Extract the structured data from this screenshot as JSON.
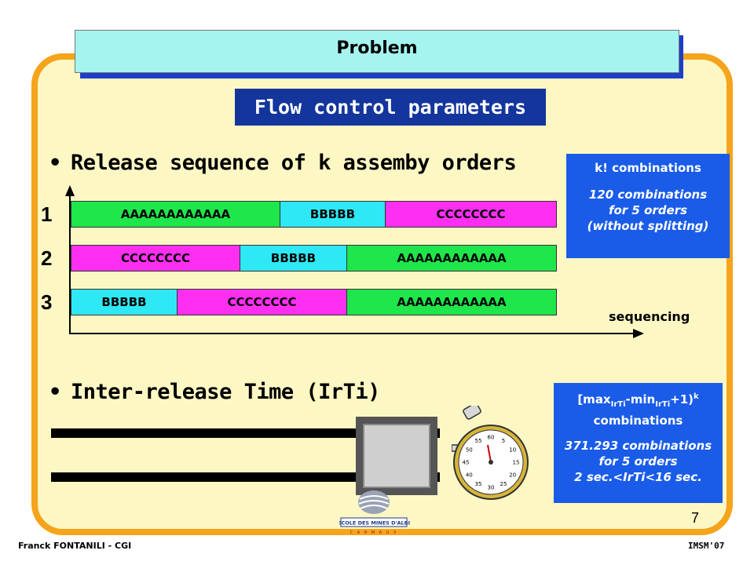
{
  "header": {
    "title": "Problem"
  },
  "subtitle": "Flow control parameters",
  "bullets": [
    "Release sequence of k assemby orders",
    "Inter-release Time (IrTi)"
  ],
  "sequence_box": {
    "line1": "k! combinations",
    "line2": "120 combinations",
    "line3": "for 5 orders",
    "line4": "(without splitting)"
  },
  "irti_box": {
    "formula_max": "[max",
    "formula_sub1": "IrTi",
    "formula_mid": "-min",
    "formula_sub2": "IrTi",
    "formula_end": "+1)",
    "formula_sup": "k",
    "line2": "combinations",
    "line3": "371.293 combinations",
    "line4": "for 5 orders",
    "line5": "2 sec.<IrTi<16 sec."
  },
  "sequences": [
    {
      "label": "1",
      "segments": [
        {
          "text": "AAAAAAAAAAAA",
          "color": "#1ee64b",
          "width": 266
        },
        {
          "text": "BBBBB",
          "color": "#2ee8f5",
          "width": 134
        },
        {
          "text": "CCCCCCCC",
          "color": "#ff2ff2",
          "width": 217
        }
      ]
    },
    {
      "label": "2",
      "segments": [
        {
          "text": "CCCCCCCC",
          "color": "#ff2ff2",
          "width": 215
        },
        {
          "text": "BBBBB",
          "color": "#2ee8f5",
          "width": 136
        },
        {
          "text": "AAAAAAAAAAAA",
          "color": "#1ee64b",
          "width": 266
        }
      ]
    },
    {
      "label": "3",
      "segments": [
        {
          "text": "BBBBB",
          "color": "#2ee8f5",
          "width": 135
        },
        {
          "text": "CCCCCCCC",
          "color": "#ff2ff2",
          "width": 216
        },
        {
          "text": "AAAAAAAAAAAA",
          "color": "#1ee64b",
          "width": 266
        }
      ]
    }
  ],
  "axis_label": "sequencing",
  "page_number": "7",
  "footer": {
    "author": "Franck FONTANILI - CGI",
    "event": "IMSM'07"
  },
  "logo": {
    "text": "ECOLE DES MINES D'ALBI",
    "letters": "C A R M A U X"
  },
  "stopwatch": {
    "numbers": [
      "60",
      "5",
      "10",
      "15",
      "20",
      "25",
      "30",
      "35",
      "40",
      "45",
      "50",
      "55"
    ]
  },
  "colors": {
    "panel": "#fdf7c4",
    "panel_border": "#f5a41c",
    "title_bg": "#a6f4ef",
    "title_shadow": "#1d3fc8",
    "subtitle_bg": "#13359c",
    "infobox_bg": "#1a5ce8"
  }
}
